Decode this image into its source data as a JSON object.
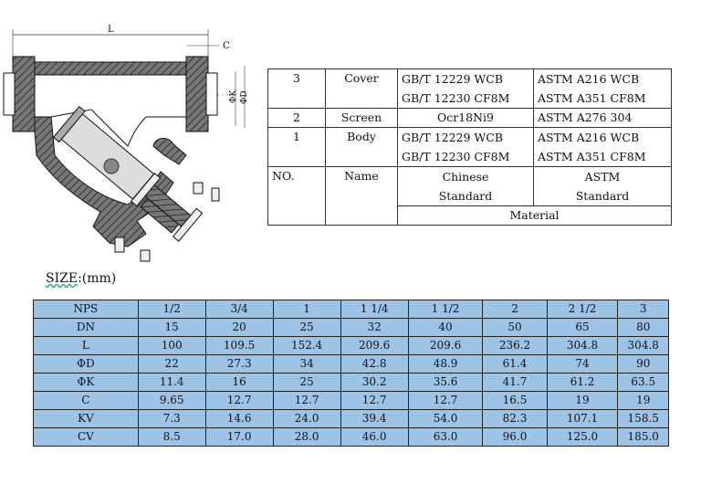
{
  "drawing": {
    "dim_L": "L",
    "dim_C": "C",
    "dim_K": "ΦK",
    "dim_D": "ΦD"
  },
  "material_table": {
    "rows": [
      {
        "no": "3",
        "name": "Cover",
        "chinese": [
          "GB/T 12229 WCB",
          "GB/T 12230 CF8M"
        ],
        "astm": [
          "ASTM A216 WCB",
          "ASTM A351 CF8M"
        ]
      },
      {
        "no": "2",
        "name": "Screen",
        "chinese": [
          "Ocr18Ni9"
        ],
        "astm": [
          "ASTM A276 304"
        ]
      },
      {
        "no": "1",
        "name": "Body",
        "chinese": [
          "GB/T 12229 WCB",
          "GB/T 12230 CF8M"
        ],
        "astm": [
          "ASTM A216 WCB",
          "ASTM A351 CF8M"
        ]
      }
    ],
    "header": {
      "no": "NO.",
      "name": "Name",
      "chinese": [
        "Chinese",
        "Standard"
      ],
      "astm": [
        "ASTM",
        "Standard"
      ]
    },
    "footer": "Material"
  },
  "size_label": {
    "word": "SIZE",
    "rest": ":(mm)"
  },
  "size_table": {
    "rows": [
      {
        "label": "NPS",
        "values": [
          "1/2",
          "3/4",
          "1",
          "1 1/4",
          "1 1/2",
          "2",
          "2 1/2",
          "3"
        ]
      },
      {
        "label": "DN",
        "values": [
          "15",
          "20",
          "25",
          "32",
          "40",
          "50",
          "65",
          "80"
        ]
      },
      {
        "label": "L",
        "values": [
          "100",
          "109.5",
          "152.4",
          "209.6",
          "209.6",
          "236.2",
          "304.8",
          "304.8"
        ]
      },
      {
        "label": "ΦD",
        "values": [
          "22",
          "27.3",
          "34",
          "42.8",
          "48.9",
          "61.4",
          "74",
          "90"
        ]
      },
      {
        "label": "ΦK",
        "values": [
          "11.4",
          "16",
          "25",
          "30.2",
          "35.6",
          "41.7",
          "61.2",
          "63.5"
        ]
      },
      {
        "label": "C",
        "values": [
          "9.65",
          "12.7",
          "12.7",
          "12.7",
          "12.7",
          "16.5",
          "19",
          "19"
        ]
      },
      {
        "label": "KV",
        "values": [
          "7.3",
          "14.6",
          "24.0",
          "39.4",
          "54.0",
          "82.3",
          "107.1",
          "158.5"
        ]
      },
      {
        "label": "CV",
        "values": [
          "8.5",
          "17.0",
          "28.0",
          "46.0",
          "63.0",
          "96.0",
          "125.0",
          "185.0"
        ]
      }
    ]
  }
}
